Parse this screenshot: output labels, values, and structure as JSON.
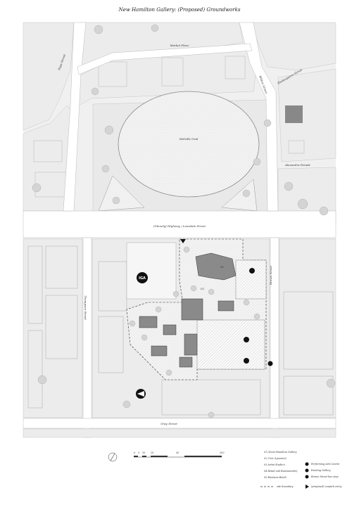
{
  "title": "New Hamilton Gallery: (Proposed) Groundworks",
  "streets": {
    "market_place": "Market Place",
    "pope_street": "Pope Street",
    "milton_street": "Milton Street",
    "shakespeare_street": "Shakespeare Street",
    "melville_oval": "Melville Oval",
    "alexandra_parade": "Alexandra Parade",
    "glenelg_highway": "(Glenelg) Highway / Lonsdale Street",
    "thompson_street": "Thompson Street",
    "brown_street": "Brown Street",
    "gray_street": "Gray Street"
  },
  "site_labels": {
    "zone_01": "01",
    "zone_02": "02"
  },
  "brand_icons": {
    "ica": "IGA"
  },
  "scale_bar": {
    "ticks": [
      "0",
      "5",
      "10",
      "20",
      "50",
      "100"
    ]
  },
  "legend": {
    "left": [
      "01 (New) Hamilton Gallery",
      "02 Civic Square(s)",
      "03 Artist Studio's",
      "04 Retail and Restaurant(s)",
      "05 Business Booth"
    ],
    "right": [
      "Performing Arts Centre",
      "Existing Gallery",
      "Brown Street bus stop"
    ],
    "boundary": "site boundary",
    "entry": "(proposed) carpark entry"
  },
  "colors": {
    "road": "#ffffff",
    "block": "#ececec",
    "ground": "#f2f2f2",
    "building": "#8a8a8a",
    "tree": "#d6d6d6"
  }
}
